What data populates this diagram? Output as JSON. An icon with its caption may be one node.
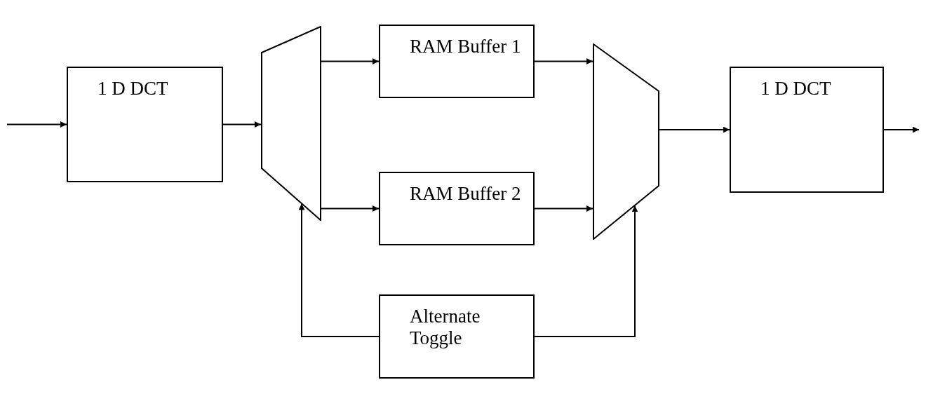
{
  "diagram": {
    "nodes": [
      {
        "text": [
          "1 D DCT"
        ]
      },
      {
        "text": [],
        "shape": "trapezoid"
      },
      {
        "text": [
          "RAM Buffer 1"
        ]
      },
      {
        "text": [
          "RAM Buffer 2"
        ]
      },
      {
        "text": [],
        "shape": "trapezoid"
      },
      {
        "text": [
          "1 D DCT"
        ]
      },
      {
        "text": [
          "Alternate Toggle"
        ]
      }
    ],
    "edges": [
      {
        "from": null,
        "to": 0,
        "arrow": "to"
      },
      {
        "from": 0,
        "to": 1,
        "arrow": "to"
      },
      {
        "from": 1,
        "to": 2,
        "arrow": "to"
      },
      {
        "from": 1,
        "to": 3,
        "arrow": "to"
      },
      {
        "from": 2,
        "to": 4,
        "arrow": "to"
      },
      {
        "from": 3,
        "to": 4,
        "arrow": "to"
      },
      {
        "from": 4,
        "to": 5,
        "arrow": "to"
      },
      {
        "from": 5,
        "to": null,
        "arrow": "to"
      },
      {
        "from": 6,
        "to": 1,
        "arrow": "to"
      },
      {
        "from": 6,
        "to": 4,
        "arrow": "to"
      }
    ]
  }
}
